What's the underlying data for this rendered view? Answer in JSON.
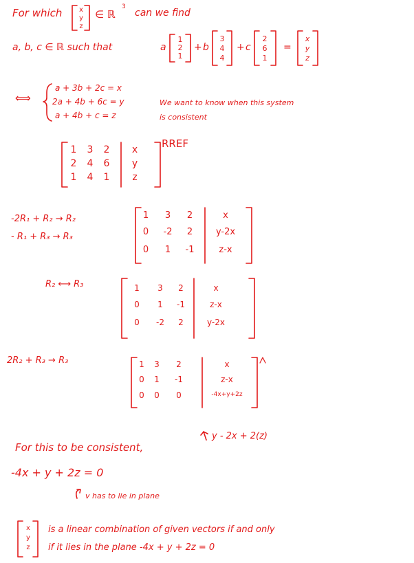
{
  "ink_color": "#e21b1b",
  "header": {
    "line1_prefix": "For which",
    "line1_vec": [
      "x",
      "y",
      "z"
    ],
    "line1_mid": "∈ ℝ",
    "line1_exp": "3",
    "line1_suffix": "can we find",
    "line2_prefix": "a, b, c ∈ ℝ  such that",
    "combo": {
      "a": "a",
      "b": "b",
      "c": "c",
      "plus": "+",
      "eq": "=",
      "v1": [
        "1",
        "2",
        "1"
      ],
      "v2": [
        "3",
        "4",
        "4"
      ],
      "v3": [
        "2",
        "6",
        "1"
      ],
      "rhs": [
        "x",
        "y",
        "z"
      ]
    }
  },
  "system": {
    "iff": "⟺",
    "eq1": "a + 3b + 2c = x",
    "eq2": "2a + 4b + 6c = y",
    "eq3": "a + 4b + c = z",
    "note1": "We want to know when this system",
    "note2": "is consistent"
  },
  "rref_label": "RREF",
  "m0": {
    "rows": [
      [
        "1",
        "3",
        "2",
        "x"
      ],
      [
        "2",
        "4",
        "6",
        "y"
      ],
      [
        "1",
        "4",
        "1",
        "z"
      ]
    ]
  },
  "step1": {
    "op1": "-2R₁ + R₂ → R₂",
    "op2": "- R₁ + R₃ → R₃",
    "rows": [
      [
        "1",
        "3",
        "2",
        "x"
      ],
      [
        "0",
        "-2",
        "2",
        "y-2x"
      ],
      [
        "0",
        "1",
        "-1",
        "z-x"
      ]
    ]
  },
  "step2": {
    "op": "R₂ ⟷ R₃",
    "rows": [
      [
        "1",
        "3",
        "2",
        "x"
      ],
      [
        "0",
        "1",
        "-1",
        "z-x"
      ],
      [
        "0",
        "-2",
        "2",
        "y-2x"
      ]
    ]
  },
  "step3": {
    "op": "2R₂ + R₃ → R₃",
    "rows": [
      [
        "1",
        "3",
        "2",
        "x"
      ],
      [
        "0",
        "1",
        "-1",
        "z-x"
      ],
      [
        "0",
        "0",
        "0",
        "-4x+y+2z"
      ]
    ]
  },
  "conclusion": {
    "line1a": "For this to be consistent,",
    "arrow_note": "y - 2x + 2(z)",
    "line2": "-4x + y + 2z = 0",
    "plane_note": "v has to lie in plane",
    "vec": [
      "x",
      "y",
      "z"
    ],
    "line3": "is a linear combination of given vectors if and only",
    "line4": "if it lies in the plane  -4x + y + 2z = 0"
  }
}
